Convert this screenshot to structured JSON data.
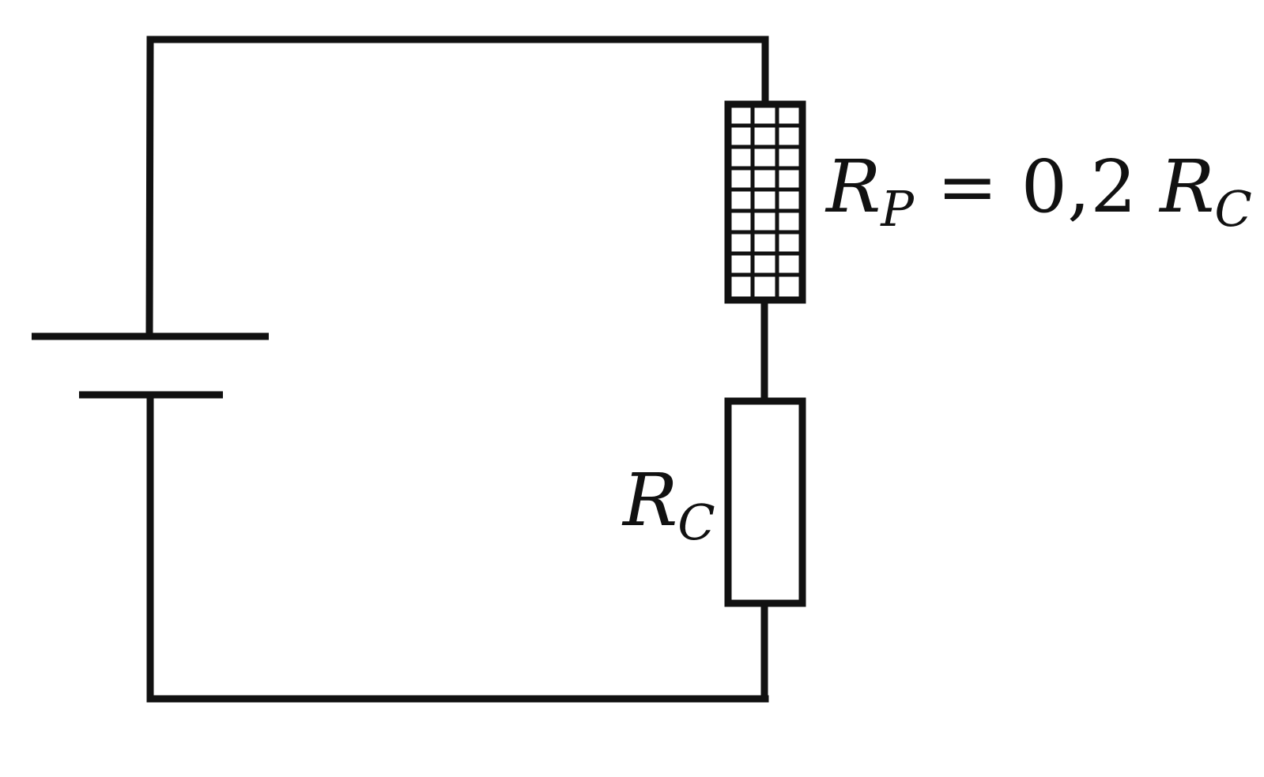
{
  "labels": {
    "rp_symbol": "R",
    "rp_subscript": "P",
    "rp_relation": " = 0,2 ",
    "rp_rhs_symbol": "R",
    "rp_rhs_subscript": "C",
    "rc_symbol": "R",
    "rc_subscript": "C"
  },
  "colors": {
    "line": "#111111",
    "background": "#ffffff"
  }
}
